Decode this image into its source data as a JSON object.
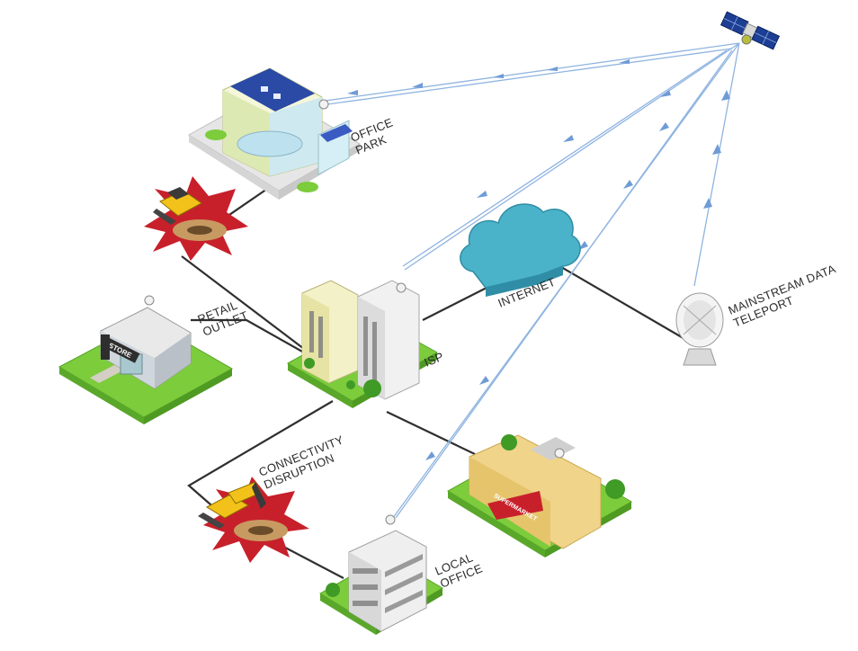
{
  "labels": {
    "office_park": [
      "OFFICE",
      "PARK"
    ],
    "retail_outlet": [
      "RETAIL",
      "OUTLET"
    ],
    "isp": "ISP",
    "internet": "INTERNET",
    "teleport": [
      "MAINSTREAM DATA",
      "TELEPORT"
    ],
    "disruption": [
      "CONNECTIVITY",
      "DISRUPTION"
    ],
    "local_office": [
      "LOCAL",
      "OFFICE"
    ],
    "store_sign": "STORE",
    "supermarket_sign": "SUPERMARKET"
  },
  "colors": {
    "grass": "#7ccc3c",
    "cloud": "#4bb3c9",
    "signal": "#8fb4e0",
    "wire": "#2f2f2f",
    "explosion": "#c8202b",
    "machine": "#f2c21a"
  }
}
